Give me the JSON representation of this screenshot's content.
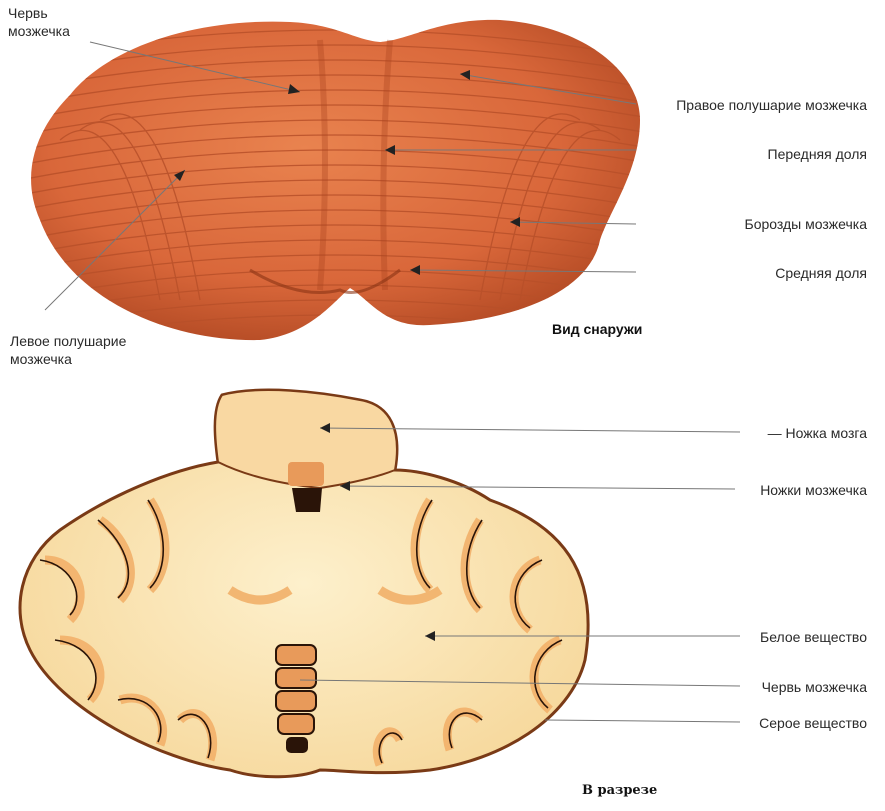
{
  "top_labels": {
    "vermis": "Червь\nмозжечка",
    "right_hemisphere": "Правое полушарие мозжечка",
    "anterior_lobe": "Передняя доля",
    "fissures": "Борозды мозжечка",
    "middle_lobe": "Средняя доля",
    "left_hemisphere": "Левое полушарие\nмозжечка"
  },
  "top_caption": "Вид снаружи",
  "bottom_labels": {
    "brain_peduncle": "— Ножка мозга",
    "cerebellar_peduncles": "Ножки мозжечка",
    "white_matter": "Белое вещество",
    "vermis": "Червь мозжечка",
    "grey_matter": "Серое вещество"
  },
  "bottom_caption": "В разрезе",
  "colors": {
    "outer_surface": "#d9673a",
    "outer_dark": "#a8421e",
    "section_white": "#fbe6b4",
    "section_grey": "#f2b16a",
    "section_edge": "#7a3a16",
    "leader": "#777777"
  }
}
